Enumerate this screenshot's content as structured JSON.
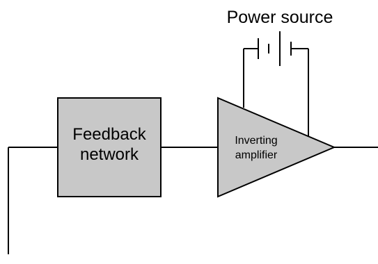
{
  "diagram": {
    "power_source_label": "Power source",
    "feedback_network": {
      "line1": "Feedback",
      "line2": "network"
    },
    "amplifier": {
      "line1": "Inverting",
      "line2": "amplifier"
    }
  },
  "colors": {
    "block_fill": "#c8c8c8",
    "stroke": "#000000",
    "background": "#ffffff"
  }
}
